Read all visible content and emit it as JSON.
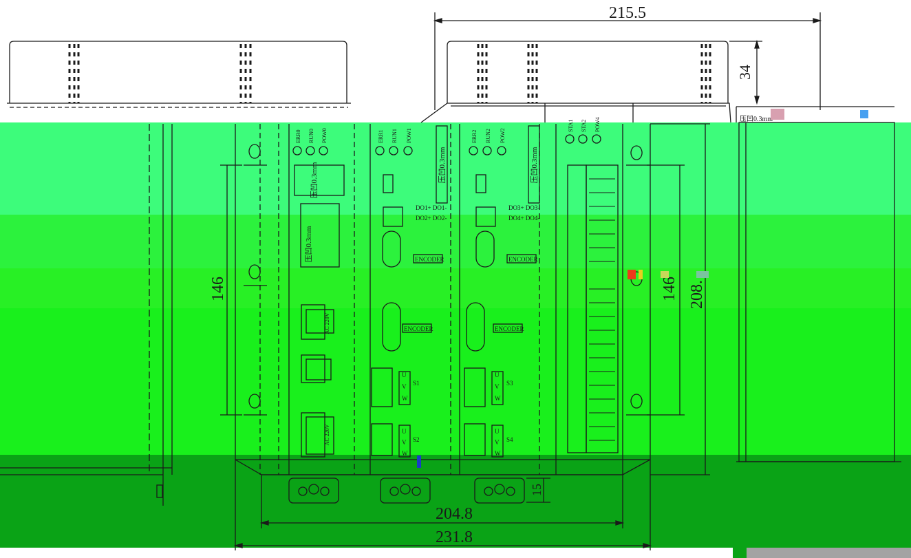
{
  "palette": {
    "background": "#ffffff",
    "line": "#1a1a1a",
    "green_light": "#3dfc7b",
    "green_mid": "#2cf23d",
    "green_bright": "#19f01c",
    "green_dark": "#0aa316",
    "gray_strip": "#a3a3a3"
  },
  "dimensions": {
    "top_width": "215.5",
    "side_height": "34",
    "left_height": "146",
    "right_height_inner": "146",
    "right_height_outer": "208.",
    "bottom_small": "15",
    "bottom_inner_width": "204.8",
    "bottom_outer_width": "231.8"
  },
  "panel_labels": {
    "note_left": "压凹0.3mm",
    "note_vertical_left": "压凹0.3mm",
    "note_module1": "压凹0.3mm",
    "note_module2": "压凹0.3mm",
    "note_side": "压凹0.3mm",
    "terminals_1": [
      "ERR1",
      "RUN1",
      "POW1"
    ],
    "terminals_2": [
      "ERR2",
      "RUN2",
      "POW2"
    ],
    "terminals_3": [
      "STA1",
      "STA2",
      "POW4"
    ],
    "terminals_0": [
      "ERR0",
      "RUN0",
      "POW0"
    ],
    "do_labels_1": [
      "DO1+ DO1-",
      "DO2+ DO2-"
    ],
    "do_labels_2": [
      "DO3+ DO3-",
      "DO4+ DO4-"
    ],
    "encoder": "ENCODER",
    "uvw": [
      "U",
      "V",
      "W"
    ],
    "switch_labels": [
      "S1",
      "S2",
      "S3",
      "S4"
    ],
    "power_labels": [
      "AC 220V",
      "AC 220V"
    ]
  }
}
